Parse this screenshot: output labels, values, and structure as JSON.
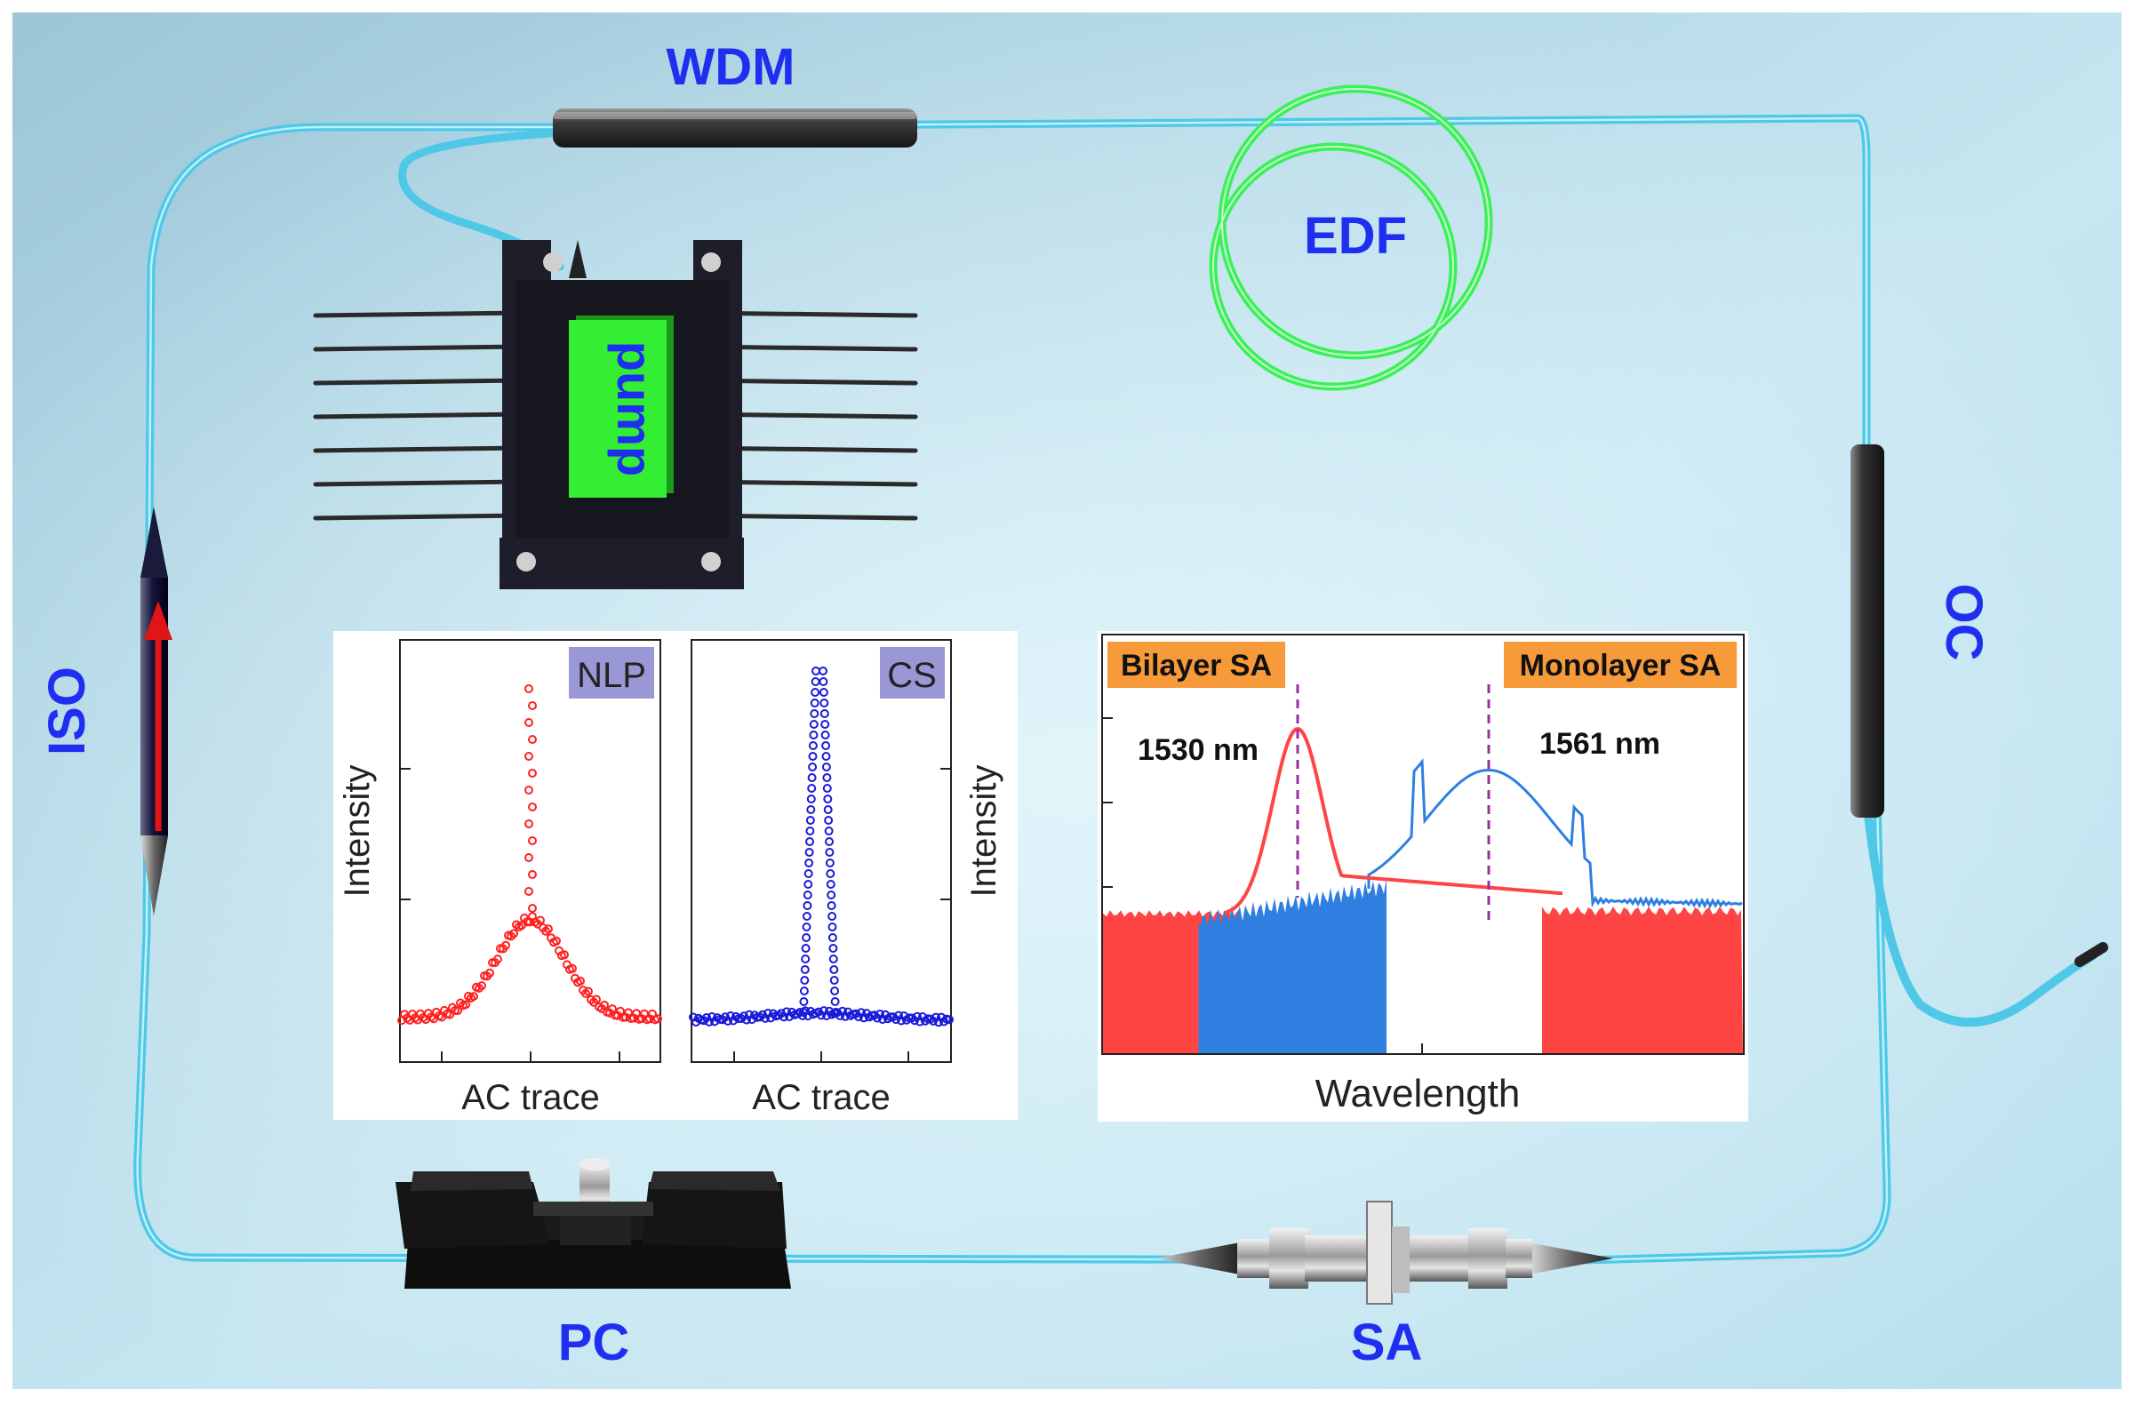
{
  "labels": {
    "wdm": "WDM",
    "edf": "EDF",
    "pump": "pump",
    "oc": "OC",
    "isolator": "ISO",
    "pc": "PC",
    "sa": "SA"
  },
  "colors": {
    "fiber": "#4fc8e8",
    "label_blue": "#1f2ff0",
    "edf_green": "#3cf05a",
    "pump_green": "#33ee33",
    "nlp_red": "#ff2020",
    "cs_blue": "#1a1ad8",
    "spectrum_red": "#ff4444",
    "spectrum_blue": "#2f7fe0",
    "tag_purple": "#9a97d6",
    "tag_orange": "#f79a3a"
  },
  "panels": {
    "nlp": {
      "tag": "NLP",
      "xlabel": "AC trace",
      "ylabel": "Intensity"
    },
    "cs": {
      "tag": "CS",
      "xlabel": "AC trace",
      "ylabel": "Intensity"
    },
    "spectrum": {
      "xlabel": "Wavelength",
      "bilayer_tag": "Bilayer SA",
      "monolayer_tag": "Monolayer SA",
      "peak1": "1530 nm",
      "peak2": "1561 nm"
    }
  }
}
